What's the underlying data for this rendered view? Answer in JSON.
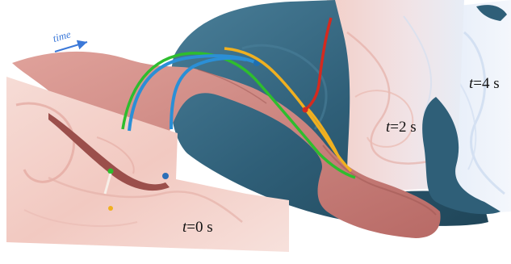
{
  "figure": {
    "arrow_label": "time",
    "time_labels": [
      {
        "prefix": "t",
        "value": "=0 s"
      },
      {
        "prefix": "t",
        "value": "=2 s"
      },
      {
        "prefix": "t",
        "value": "=4 s"
      }
    ]
  },
  "colors": {
    "surface_blue": "#2f5f78",
    "surface_blue_dark": "#1f4558",
    "surface_blue_light": "#4a7f99",
    "surface_pink": "#d48c86",
    "surface_pink_dark": "#b86a66",
    "slice_pink": "#f4d3cd",
    "slice_pink_mid": "#ecb4ab",
    "slice_blue_tint": "#e6eef8",
    "curve_green": "#2ebd2e",
    "curve_blue": "#2b8fd6",
    "curve_yellow": "#f0b020",
    "curve_red": "#d42a1f",
    "arrow_blue": "#3b78d8"
  }
}
